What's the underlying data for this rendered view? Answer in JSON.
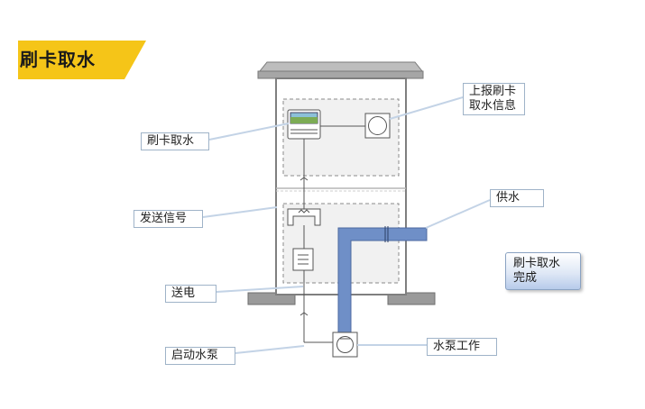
{
  "title": "刷卡取水",
  "callouts": {
    "report_line1": "上报刷卡",
    "report_line2": "取水信息",
    "swipe": "刷卡取水",
    "send_signal": "发送信号",
    "power": "送电",
    "start_pump": "启动水泵",
    "supply_water": "供水",
    "pump_working": "水泵工作"
  },
  "note": {
    "line1": "刷卡取水",
    "line2": "完成"
  },
  "colors": {
    "banner": "#f5c518",
    "pipe": "#6f8fc7",
    "callout_border": "#9fb3c8",
    "wall": "#7f7f7f",
    "roof": "#a6a6a6"
  }
}
